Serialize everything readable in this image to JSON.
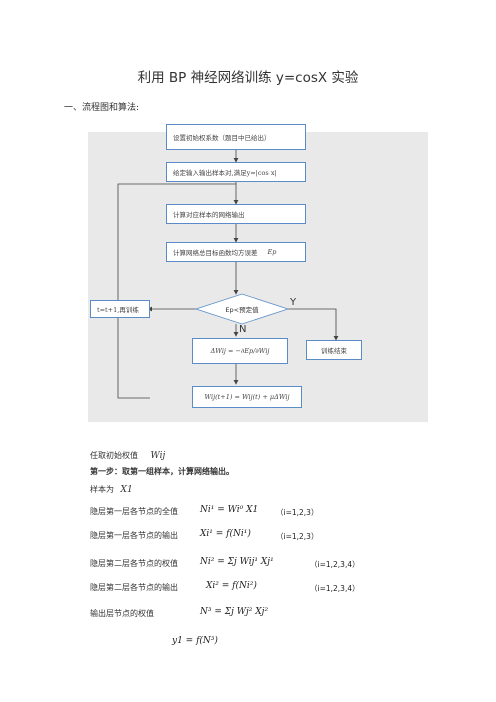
{
  "title": "利用 BP 神经网络训练 y=cosX 实验",
  "section1": "一、流程图和算法:",
  "flowchart": {
    "box_init": "设置初始权系数（题目中已给出）",
    "box_sample": "给定输入输出样本对,满足y=|cos x|",
    "box_compute": "计算对应样本的网络输出",
    "box_error": "计算网络总目标函数均方误差",
    "box_error_sym": "Ep",
    "diamond": "Ep<预定值",
    "yes": "Y",
    "no": "N",
    "box_delta": "ΔWij = −∂Ep/∂Wij",
    "box_update": "Wij(t+1) = Wij(t) + μΔWij",
    "box_end": "训练结束",
    "box_loop": "t=t+1,再训练"
  },
  "steps": {
    "init_weights": "任取初始权值",
    "init_sym": "Wij",
    "step1": "第一步：取第一组样本，计算网络输出。",
    "sample": "样本为",
    "sample_sym": "X1",
    "l1_weight_label": "隐层第一层各节点的全值",
    "l1_weight_formula": "Ni¹ = Wi⁰ X1",
    "l1_weight_idx": "（i=1,2,3）",
    "l1_out_label": "隐层第一层各节点的输出",
    "l1_out_formula": "Xi¹ = f(Ni¹)",
    "l1_out_idx": "（i=1,2,3）",
    "l2_weight_label": "隐层第二层各节点的权值",
    "l2_weight_formula": "Ni² = Σj Wij¹ Xj¹",
    "l2_weight_idx": "（i=1,2,3,4）",
    "l2_out_label": "隐层第二层各节点的输出",
    "l2_out_formula": "Xi² = f(Ni²)",
    "l2_out_idx": "（i=1,2,3,4）",
    "out_weight_label": "输出层节点的权值",
    "out_weight_formula": "N³ = Σj Wj² Xj²",
    "y_formula": "y1 = f(N³)"
  }
}
